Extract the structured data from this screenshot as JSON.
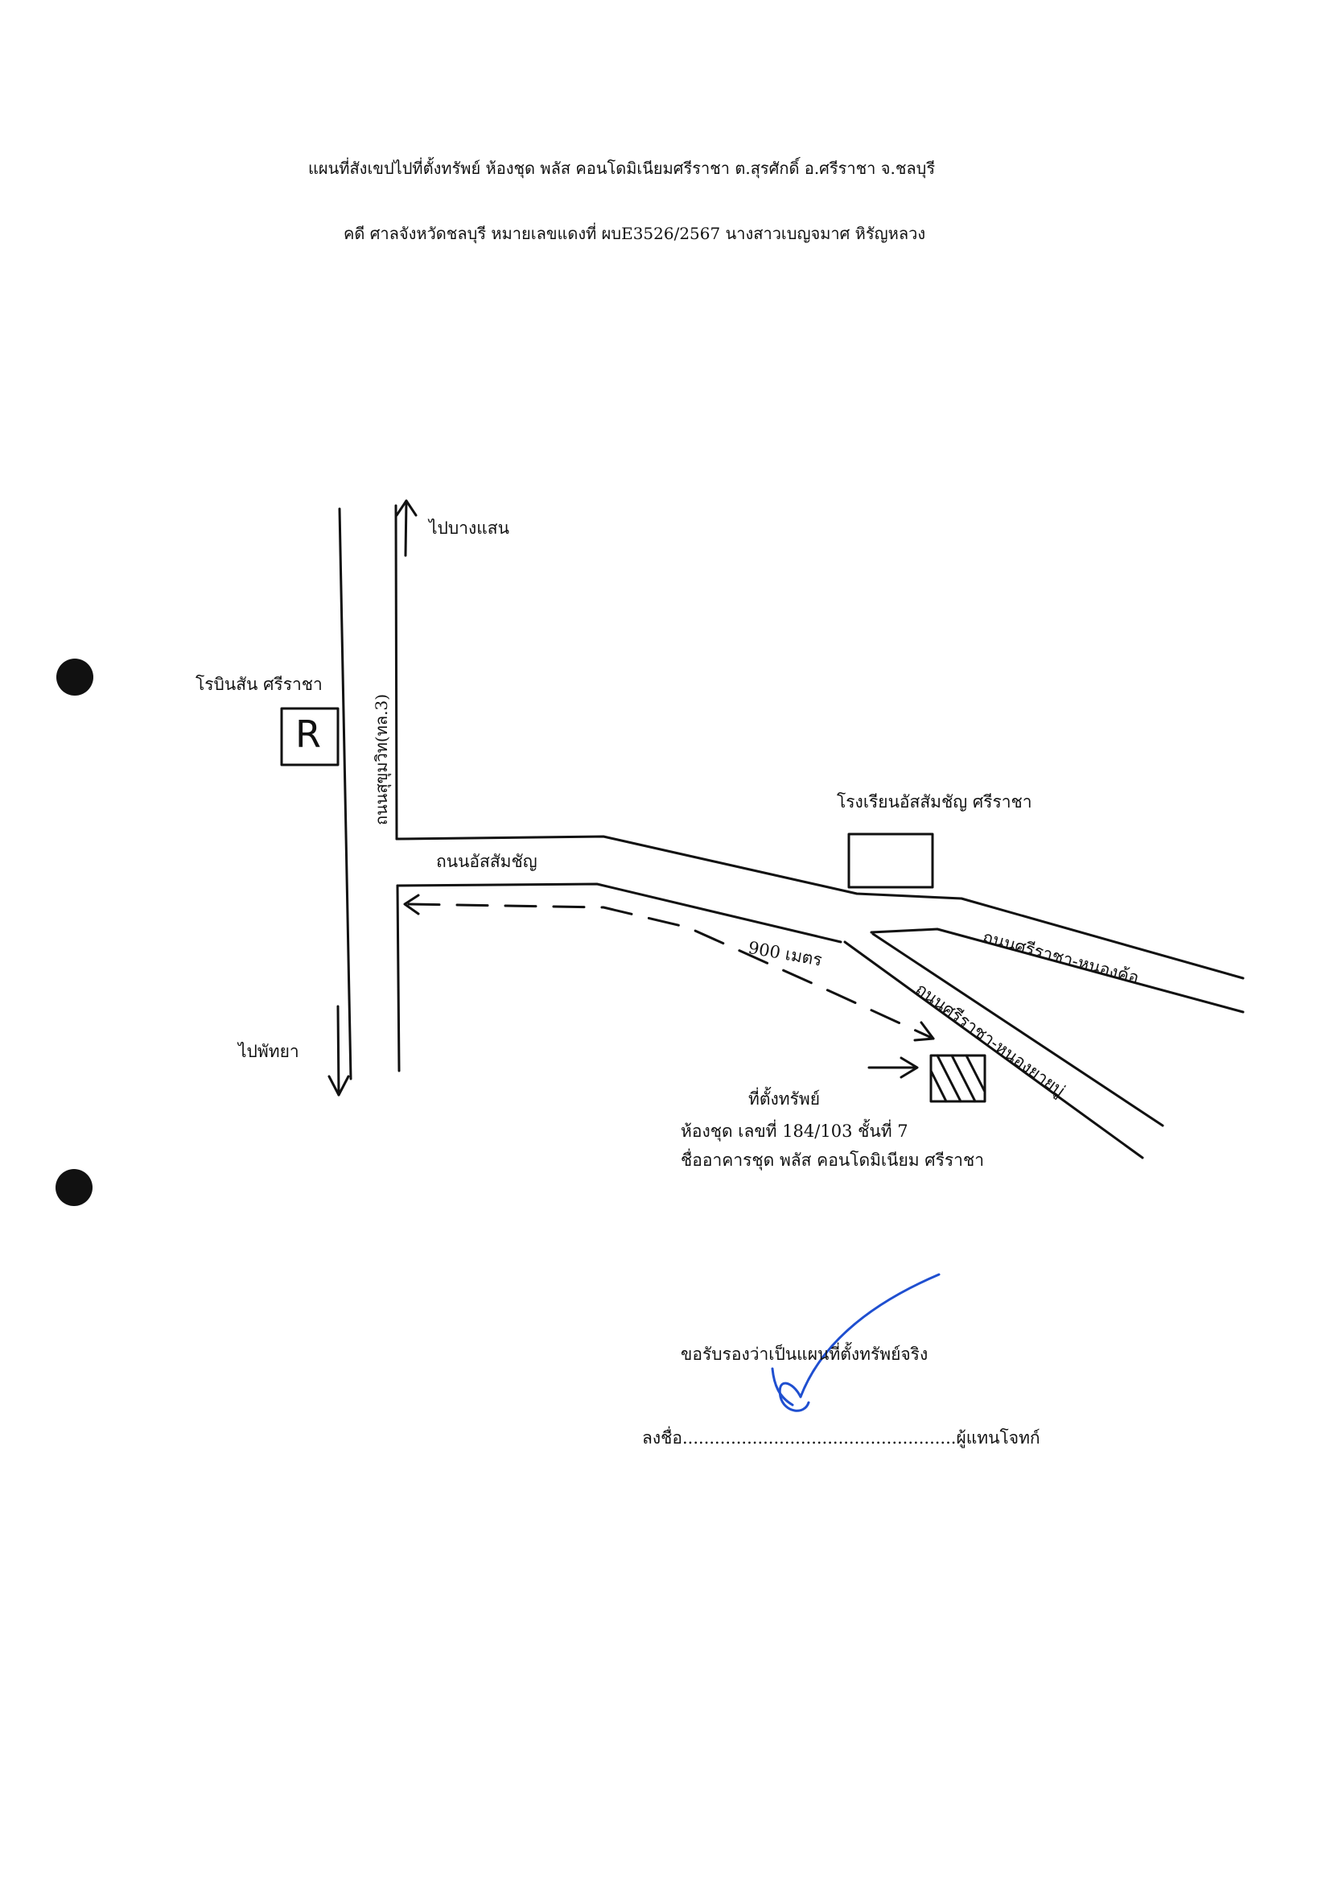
{
  "header": {
    "title": "แผนที่สังเขปไปที่ตั้งทรัพย์ ห้องชุด พลัส คอนโดมิเนียมศรีราชา ต.สุรศักดิ์ อ.ศรีราชา จ.ชลบุรี",
    "case": "คดี ศาลจังหวัดชลบุรี หมายเลขแดงที่ ผบE3526/2567 นางสาวเบญจมาศ หิรัญหลวง"
  },
  "map": {
    "to_bang_saen": "ไปบางแสน",
    "to_pattaya": "ไปพัทยา",
    "robinson_label": "โรบินสัน ศรีราชา",
    "robinson_symbol": "R",
    "sukhumvit_road": "ถนนสุขุมวิท(ทล.3)",
    "assumption_road": "ถนนอัสสัมชัญ",
    "school_label": "โรงเรียนอัสสัมชัญ ศรีราชา",
    "road_nong_kho": "ถนนศรีราชา-หนองค้อ",
    "road_nong_yai_bu": "ถนนศรีราชา-หนองยายบู่",
    "distance": "900 เมตร",
    "property_title": "ที่ตั้งทรัพย์",
    "property_unit": "ห้องชุด เลขที่ 184/103 ชั้นที่ 7",
    "property_building": "ชื่ออาคารชุด พลัส คอนโดมิเนียม ศรีราชา"
  },
  "certification": {
    "statement": "ขอรับรองว่าเป็นแผนที่ตั้งทรัพย์จริง",
    "sign_prefix": "ลงชื่อ",
    "sign_dots": "...................................................",
    "sign_suffix": "ผู้แทนโจทก์"
  },
  "colors": {
    "ink": "#111111",
    "signature": "#1f4fd0"
  }
}
